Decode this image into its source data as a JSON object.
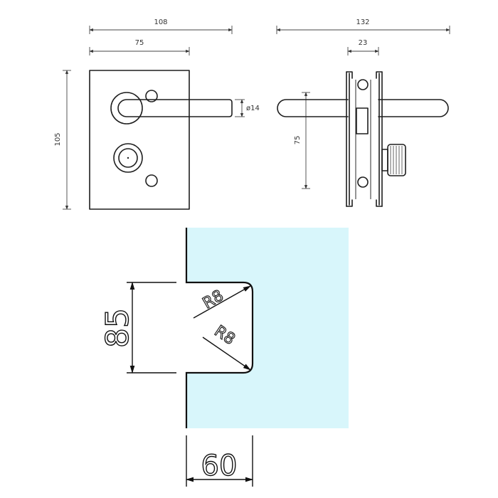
{
  "drawing": {
    "front_view": {
      "overall_width": "108",
      "hole_spacing_width": "75",
      "height": "105",
      "lever_diameter": "ø14"
    },
    "side_view": {
      "overall_width": "132",
      "clamp_width": "23",
      "hole_spacing": "75"
    },
    "cutout": {
      "height": "85",
      "depth": "60",
      "radius_top": "R8",
      "radius_bottom": "R8",
      "glass_color": "#d8f6fb"
    }
  }
}
